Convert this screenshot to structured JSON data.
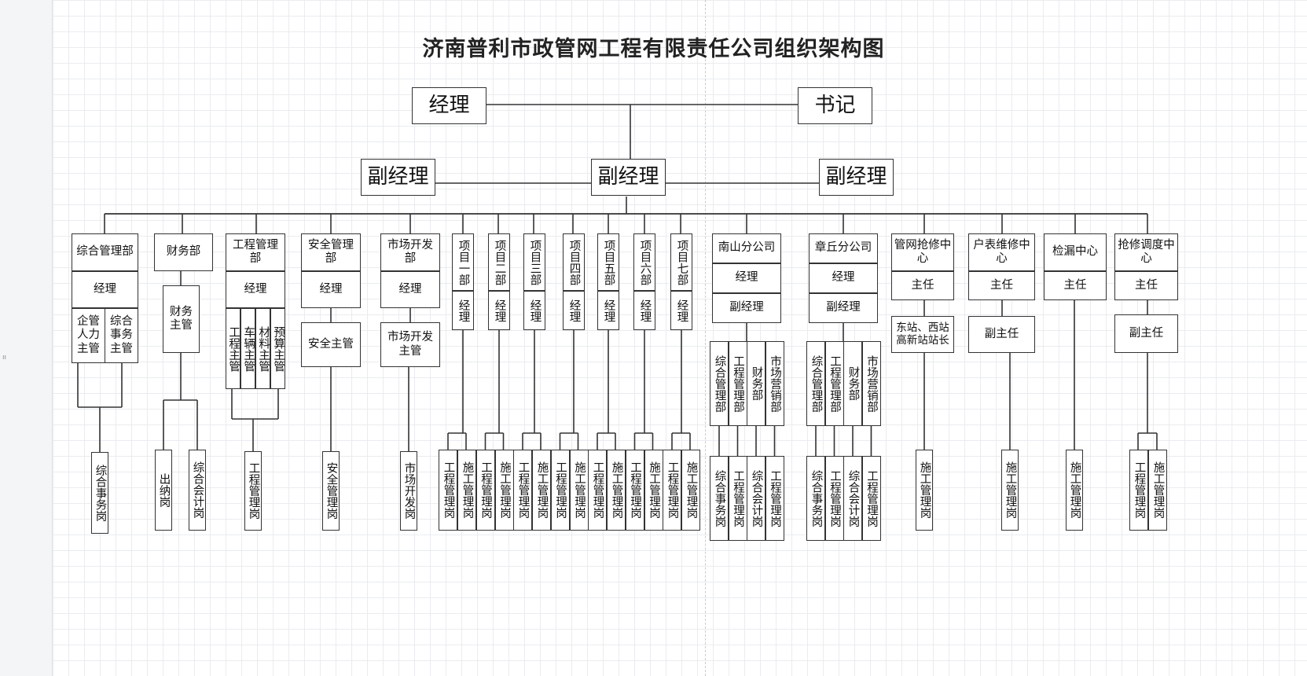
{
  "title": "济南普利市政管网工程有限责任公司组织架构图",
  "top": {
    "manager": "经理",
    "secretary": "书记"
  },
  "deputies": {
    "left": "副经理",
    "center": "副经理",
    "right": "副经理"
  },
  "depts": {
    "zonghe": {
      "name": "综合管理部",
      "head": "经理",
      "subs": [
        "企管人力主管",
        "综合事务主管"
      ],
      "posts": [
        "综合事务岗"
      ]
    },
    "caiwu": {
      "name": "财务部",
      "head": "财务主管",
      "posts": [
        "出纳岗",
        "综合会计岗"
      ]
    },
    "gongcheng": {
      "name": "工程管理部",
      "head": "经理",
      "subs": [
        "工程主管",
        "车辆主管",
        "材料主管",
        "预算主管"
      ],
      "posts": [
        "工程管理岗"
      ]
    },
    "anquan": {
      "name": "安全管理部",
      "head": "经理",
      "sub": "安全主管",
      "posts": [
        "安全管理岗"
      ]
    },
    "shichang": {
      "name": "市场开发部",
      "head": "经理",
      "sub": "市场开发主管",
      "posts": [
        "市场开发岗"
      ]
    },
    "projects": {
      "names": [
        "项目一部",
        "项目二部",
        "项目三部",
        "项目四部",
        "项目五部",
        "项目六部",
        "项目七部"
      ],
      "head": "经理",
      "posts": [
        "工程管理岗",
        "施工管理岗"
      ]
    },
    "nanshan": {
      "name": "南山分公司",
      "head": "经理",
      "deputy": "副经理",
      "subs": [
        "综合管理部",
        "工程管理部",
        "财务部",
        "市场营销部"
      ],
      "posts": [
        "综合事务岗",
        "工程管理岗",
        "综合会计岗",
        "工程管理岗"
      ]
    },
    "zhangqiu": {
      "name": "章丘分公司",
      "head": "经理",
      "deputy": "副经理",
      "subs": [
        "综合管理部",
        "工程管理部",
        "财务部",
        "市场营销部"
      ],
      "posts": [
        "综合事务岗",
        "工程管理岗",
        "综合会计岗",
        "工程管理岗"
      ]
    },
    "qiangxiu": {
      "name": "管网抢修中心",
      "head": "主任",
      "sub": "东站、西站高新站站长",
      "posts": [
        "施工管理岗"
      ]
    },
    "hubiao": {
      "name": "户表维修中心",
      "head": "主任",
      "sub": "副主任",
      "posts": [
        "施工管理岗"
      ]
    },
    "jianlou": {
      "name": "检漏中心",
      "head": "主任",
      "posts": [
        "施工管理岗"
      ]
    },
    "diaodu": {
      "name": "抢修调度中心",
      "head": "主任",
      "sub": "副主任",
      "posts": [
        "工程管理岗",
        "施工管理岗"
      ]
    }
  },
  "colors": {
    "line": "#333333",
    "grid": "#e9ecef",
    "box_border": "#333333"
  }
}
